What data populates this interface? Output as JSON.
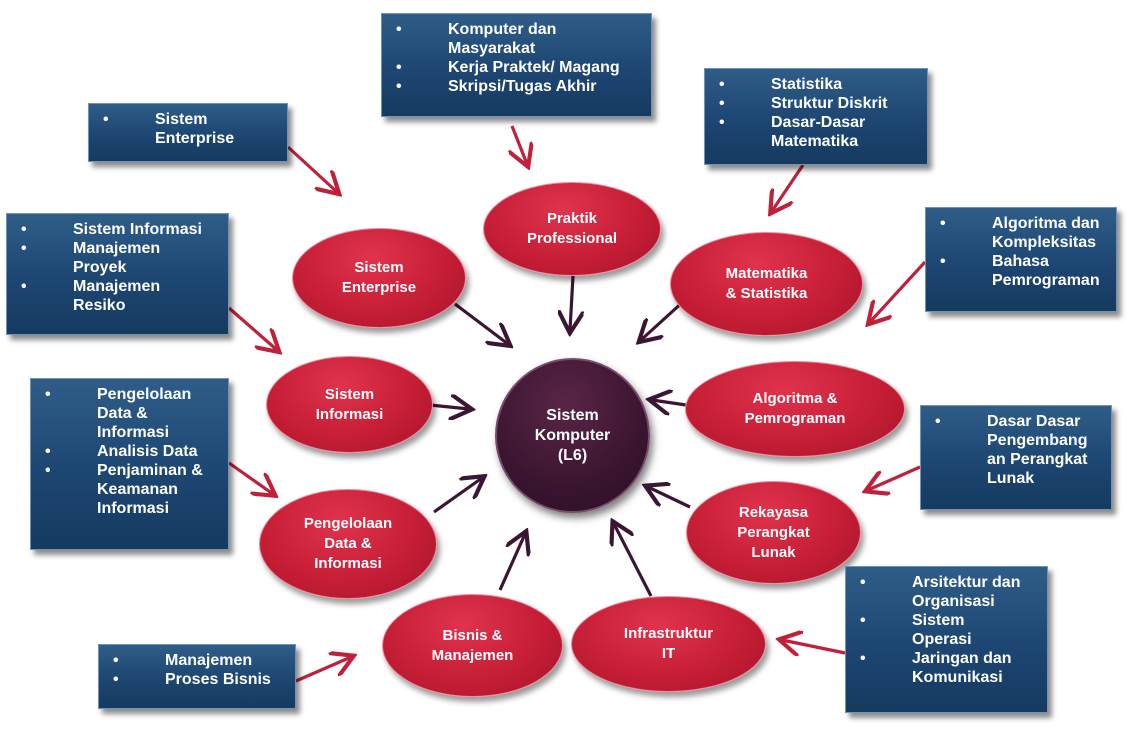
{
  "center": {
    "label": "Sistem\nKomputer\n(L6)"
  },
  "nodes": [
    {
      "id": "praktik",
      "label": "Praktik\nProfessional"
    },
    {
      "id": "matematika",
      "label": "Matematika\n& Statistika"
    },
    {
      "id": "algoritma",
      "label": "Algoritma &\nPemrograman"
    },
    {
      "id": "rekayasa",
      "label": "Rekayasa\nPerangkat\nLunak"
    },
    {
      "id": "infrastruktur",
      "label": "Infrastruktur\nIT"
    },
    {
      "id": "bisnis",
      "label": "Bisnis &\nManajemen"
    },
    {
      "id": "pengelolaan",
      "label": "Pengelolaan\nData &\nInformasi"
    },
    {
      "id": "sistem-informasi",
      "label": "Sistem\nInformasi"
    },
    {
      "id": "sistem-enterprise",
      "label": "Sistem\nEnterprise"
    }
  ],
  "boxes": [
    {
      "id": "box-praktik",
      "items": [
        "Komputer dan Masyarakat",
        "Kerja Praktek/ Magang",
        "Skripsi/Tugas Akhir"
      ]
    },
    {
      "id": "box-matematika",
      "items": [
        "Statistika",
        "Struktur Diskrit",
        "Dasar-Dasar Matematika"
      ]
    },
    {
      "id": "box-algoritma",
      "items": [
        "Algoritma dan Kompleksitas",
        "Bahasa Pemrograman"
      ]
    },
    {
      "id": "box-rekayasa",
      "items": [
        "Dasar Dasar Pengembang an Perangkat Lunak"
      ]
    },
    {
      "id": "box-infrastruktur",
      "items": [
        "Arsitektur dan Organisasi",
        "Sistem Operasi",
        "Jaringan dan Komunikasi"
      ]
    },
    {
      "id": "box-bisnis",
      "items": [
        "Manajemen",
        "Proses Bisnis"
      ]
    },
    {
      "id": "box-pengelolaan",
      "items": [
        "Pengelolaan Data & Informasi",
        "Analisis Data",
        "Penjaminan & Keamanan Informasi"
      ]
    },
    {
      "id": "box-sistem-informasi",
      "items": [
        "Sistem Informasi",
        "Manajemen Proyek",
        "Manajemen Resiko"
      ]
    },
    {
      "id": "box-sistem-enterprise",
      "items": [
        "Sistem Enterprise"
      ]
    }
  ],
  "colors": {
    "node_red": "#c61e36",
    "center_purple": "#3a1530",
    "box_blue": "#1d4672",
    "arrow_red": "#c0203a",
    "arrow_purple": "#3b1632"
  }
}
